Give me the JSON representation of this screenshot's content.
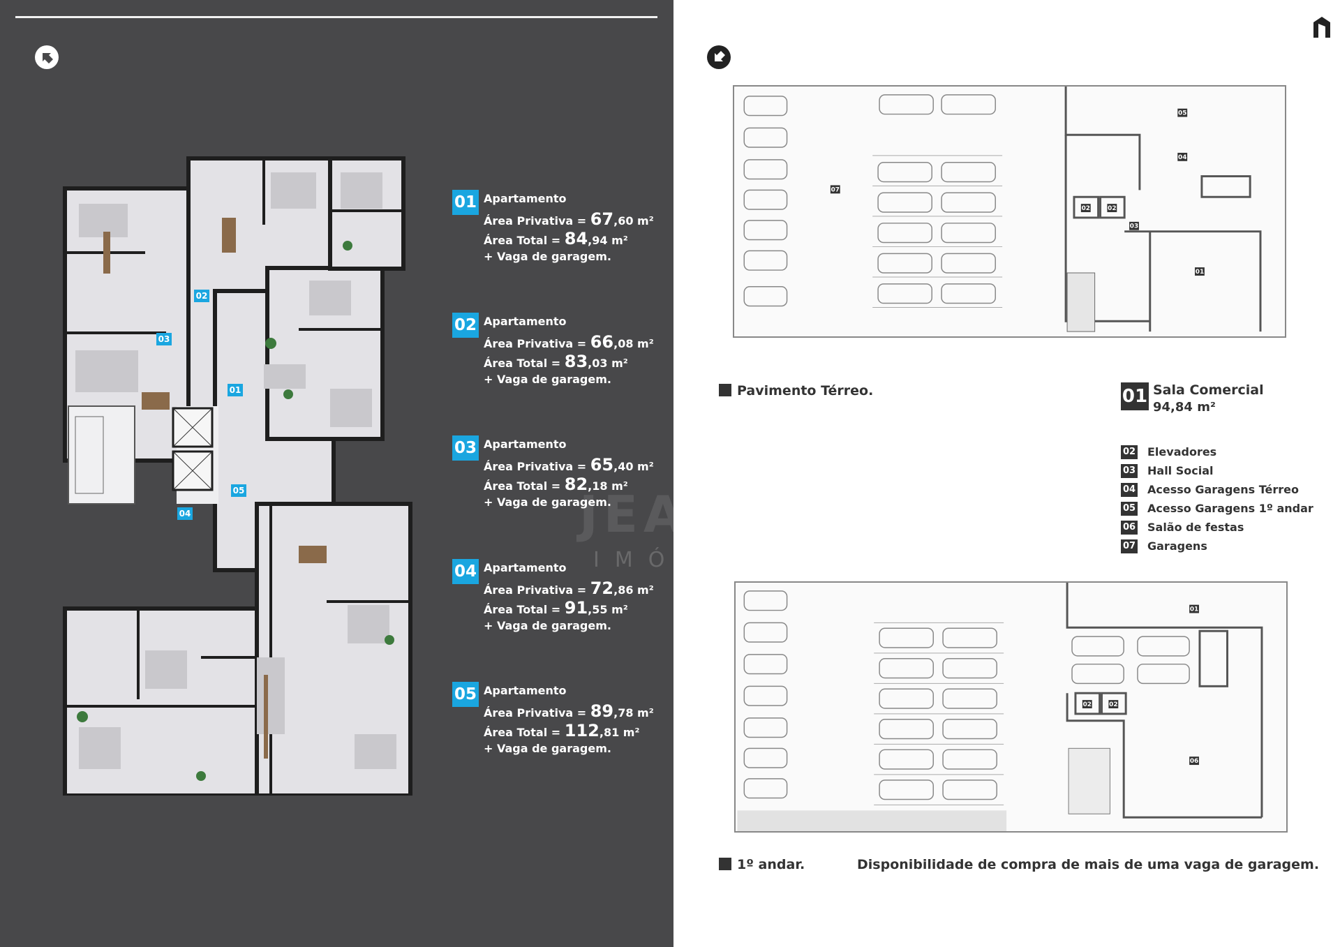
{
  "apartments": [
    {
      "num": "01",
      "title": "Apartamento",
      "privativa_label": "Área Privativa =",
      "privativa_int": "67",
      "privativa_dec": ",60 m²",
      "total_label": "Área Total =",
      "total_int": "84",
      "total_dec": ",94 m²",
      "vaga": "+ Vaga de garagem."
    },
    {
      "num": "02",
      "title": "Apartamento",
      "privativa_label": "Área Privativa =",
      "privativa_int": "66",
      "privativa_dec": ",08 m²",
      "total_label": "Área Total =",
      "total_int": "83",
      "total_dec": ",03 m²",
      "vaga": "+ Vaga de garagem."
    },
    {
      "num": "03",
      "title": "Apartamento",
      "privativa_label": "Área Privativa =",
      "privativa_int": "65",
      "privativa_dec": ",40 m²",
      "total_label": "Área Total =",
      "total_int": "82",
      "total_dec": ",18 m²",
      "vaga": "+ Vaga de garagem."
    },
    {
      "num": "04",
      "title": "Apartamento",
      "privativa_label": "Área Privativa =",
      "privativa_int": "72",
      "privativa_dec": ",86 m²",
      "total_label": "Área Total =",
      "total_int": "91",
      "total_dec": ",55 m²",
      "vaga": "+ Vaga de garagem."
    },
    {
      "num": "05",
      "title": "Apartamento",
      "privativa_label": "Área Privativa =",
      "privativa_int": "89",
      "privativa_dec": ",78 m²",
      "total_label": "Área Total =",
      "total_int": "112",
      "total_dec": ",81 m²",
      "vaga": "+ Vaga de garagem."
    }
  ],
  "plan_markers": [
    "01",
    "02",
    "03",
    "04",
    "05"
  ],
  "watermark": {
    "main": "JEA",
    "sub": "IMÓ"
  },
  "floors": {
    "terreo": "Pavimento Térreo.",
    "primeiro": "1º andar.",
    "disponibilidade": "Disponibilidade de compra de mais de uma vaga de garagem."
  },
  "sala": {
    "num": "01",
    "title": "Sala Comercial",
    "area": "94,84 m²"
  },
  "legend": [
    {
      "num": "02",
      "label": "Elevadores"
    },
    {
      "num": "03",
      "label": "Hall Social"
    },
    {
      "num": "04",
      "label": "Acesso Garagens Térreo"
    },
    {
      "num": "05",
      "label": "Acesso Garagens 1º andar"
    },
    {
      "num": "06",
      "label": "Salão de festas"
    },
    {
      "num": "07",
      "label": "Garagens"
    }
  ],
  "terreo_markers": [
    "05",
    "04",
    "07",
    "02",
    "02",
    "03",
    "01"
  ],
  "andar_markers": [
    "01",
    "02",
    "02",
    "06"
  ],
  "colors": {
    "accent": "#1aa6e0",
    "panel": "#48484a",
    "dark": "#333333"
  }
}
